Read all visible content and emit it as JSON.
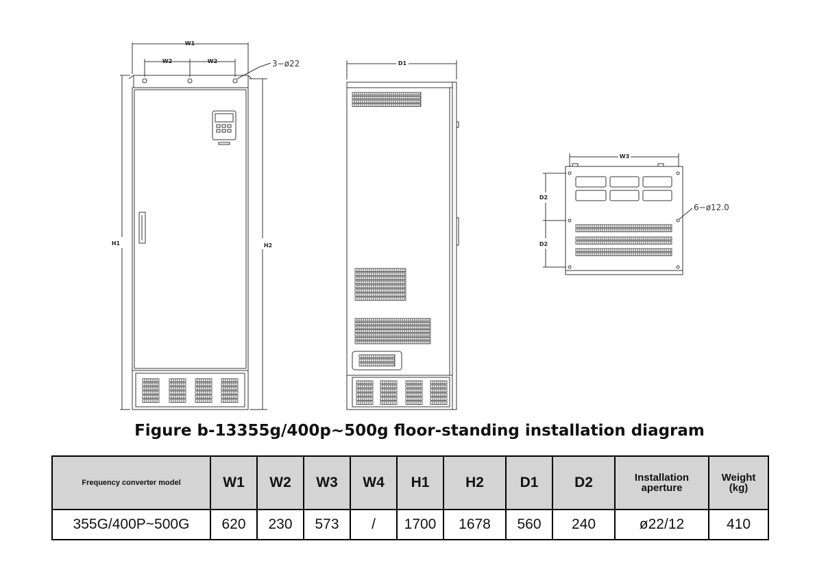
{
  "figure": {
    "caption": "Figure b-13355g/400p~500g floor-standing installation diagram",
    "front_view": {
      "labels": {
        "w1": "W1",
        "w2_left": "W2",
        "w2_right": "W2",
        "h1": "H1",
        "h2": "H2"
      },
      "hole_callout": "3−ø22"
    },
    "side_view": {
      "labels": {
        "d1": "D1"
      }
    },
    "base_view": {
      "labels": {
        "w3": "W3",
        "d2_top": "D2",
        "d2_bottom": "D2"
      },
      "hole_callout": "6−ø12.0"
    }
  },
  "table": {
    "headers": {
      "model": "Frequency converter model",
      "w1": "W1",
      "w2": "W2",
      "w3": "W3",
      "w4": "W4",
      "h1": "H1",
      "h2": "H2",
      "d1": "D1",
      "d2": "D2",
      "aperture_line1": "Installation",
      "aperture_line2": "aperture",
      "weight_line1": "Weight",
      "weight_line2": "(kg)"
    },
    "row": {
      "model": "355G/400P~500G",
      "w1": "620",
      "w2": "230",
      "w3": "573",
      "w4": "/",
      "h1": "1700",
      "h2": "1678",
      "d1": "560",
      "d2": "240",
      "aperture": "ø22/12",
      "weight": "410"
    }
  },
  "colors": {
    "line": "#333333",
    "header_fill": "#d4d4d4"
  }
}
